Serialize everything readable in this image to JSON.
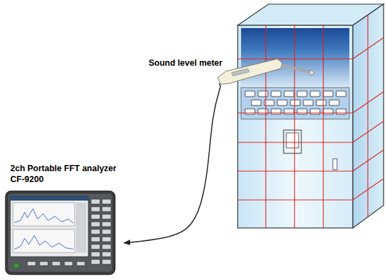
{
  "diagram": {
    "nodes": [
      {
        "text": [
          "Sound level meter"
        ]
      },
      {
        "text": [
          "2ch Portable FFT analyzer",
          "CF-9200"
        ]
      }
    ],
    "edges": [
      {
        "from": 0,
        "to": 1,
        "arrow": "to"
      }
    ]
  }
}
